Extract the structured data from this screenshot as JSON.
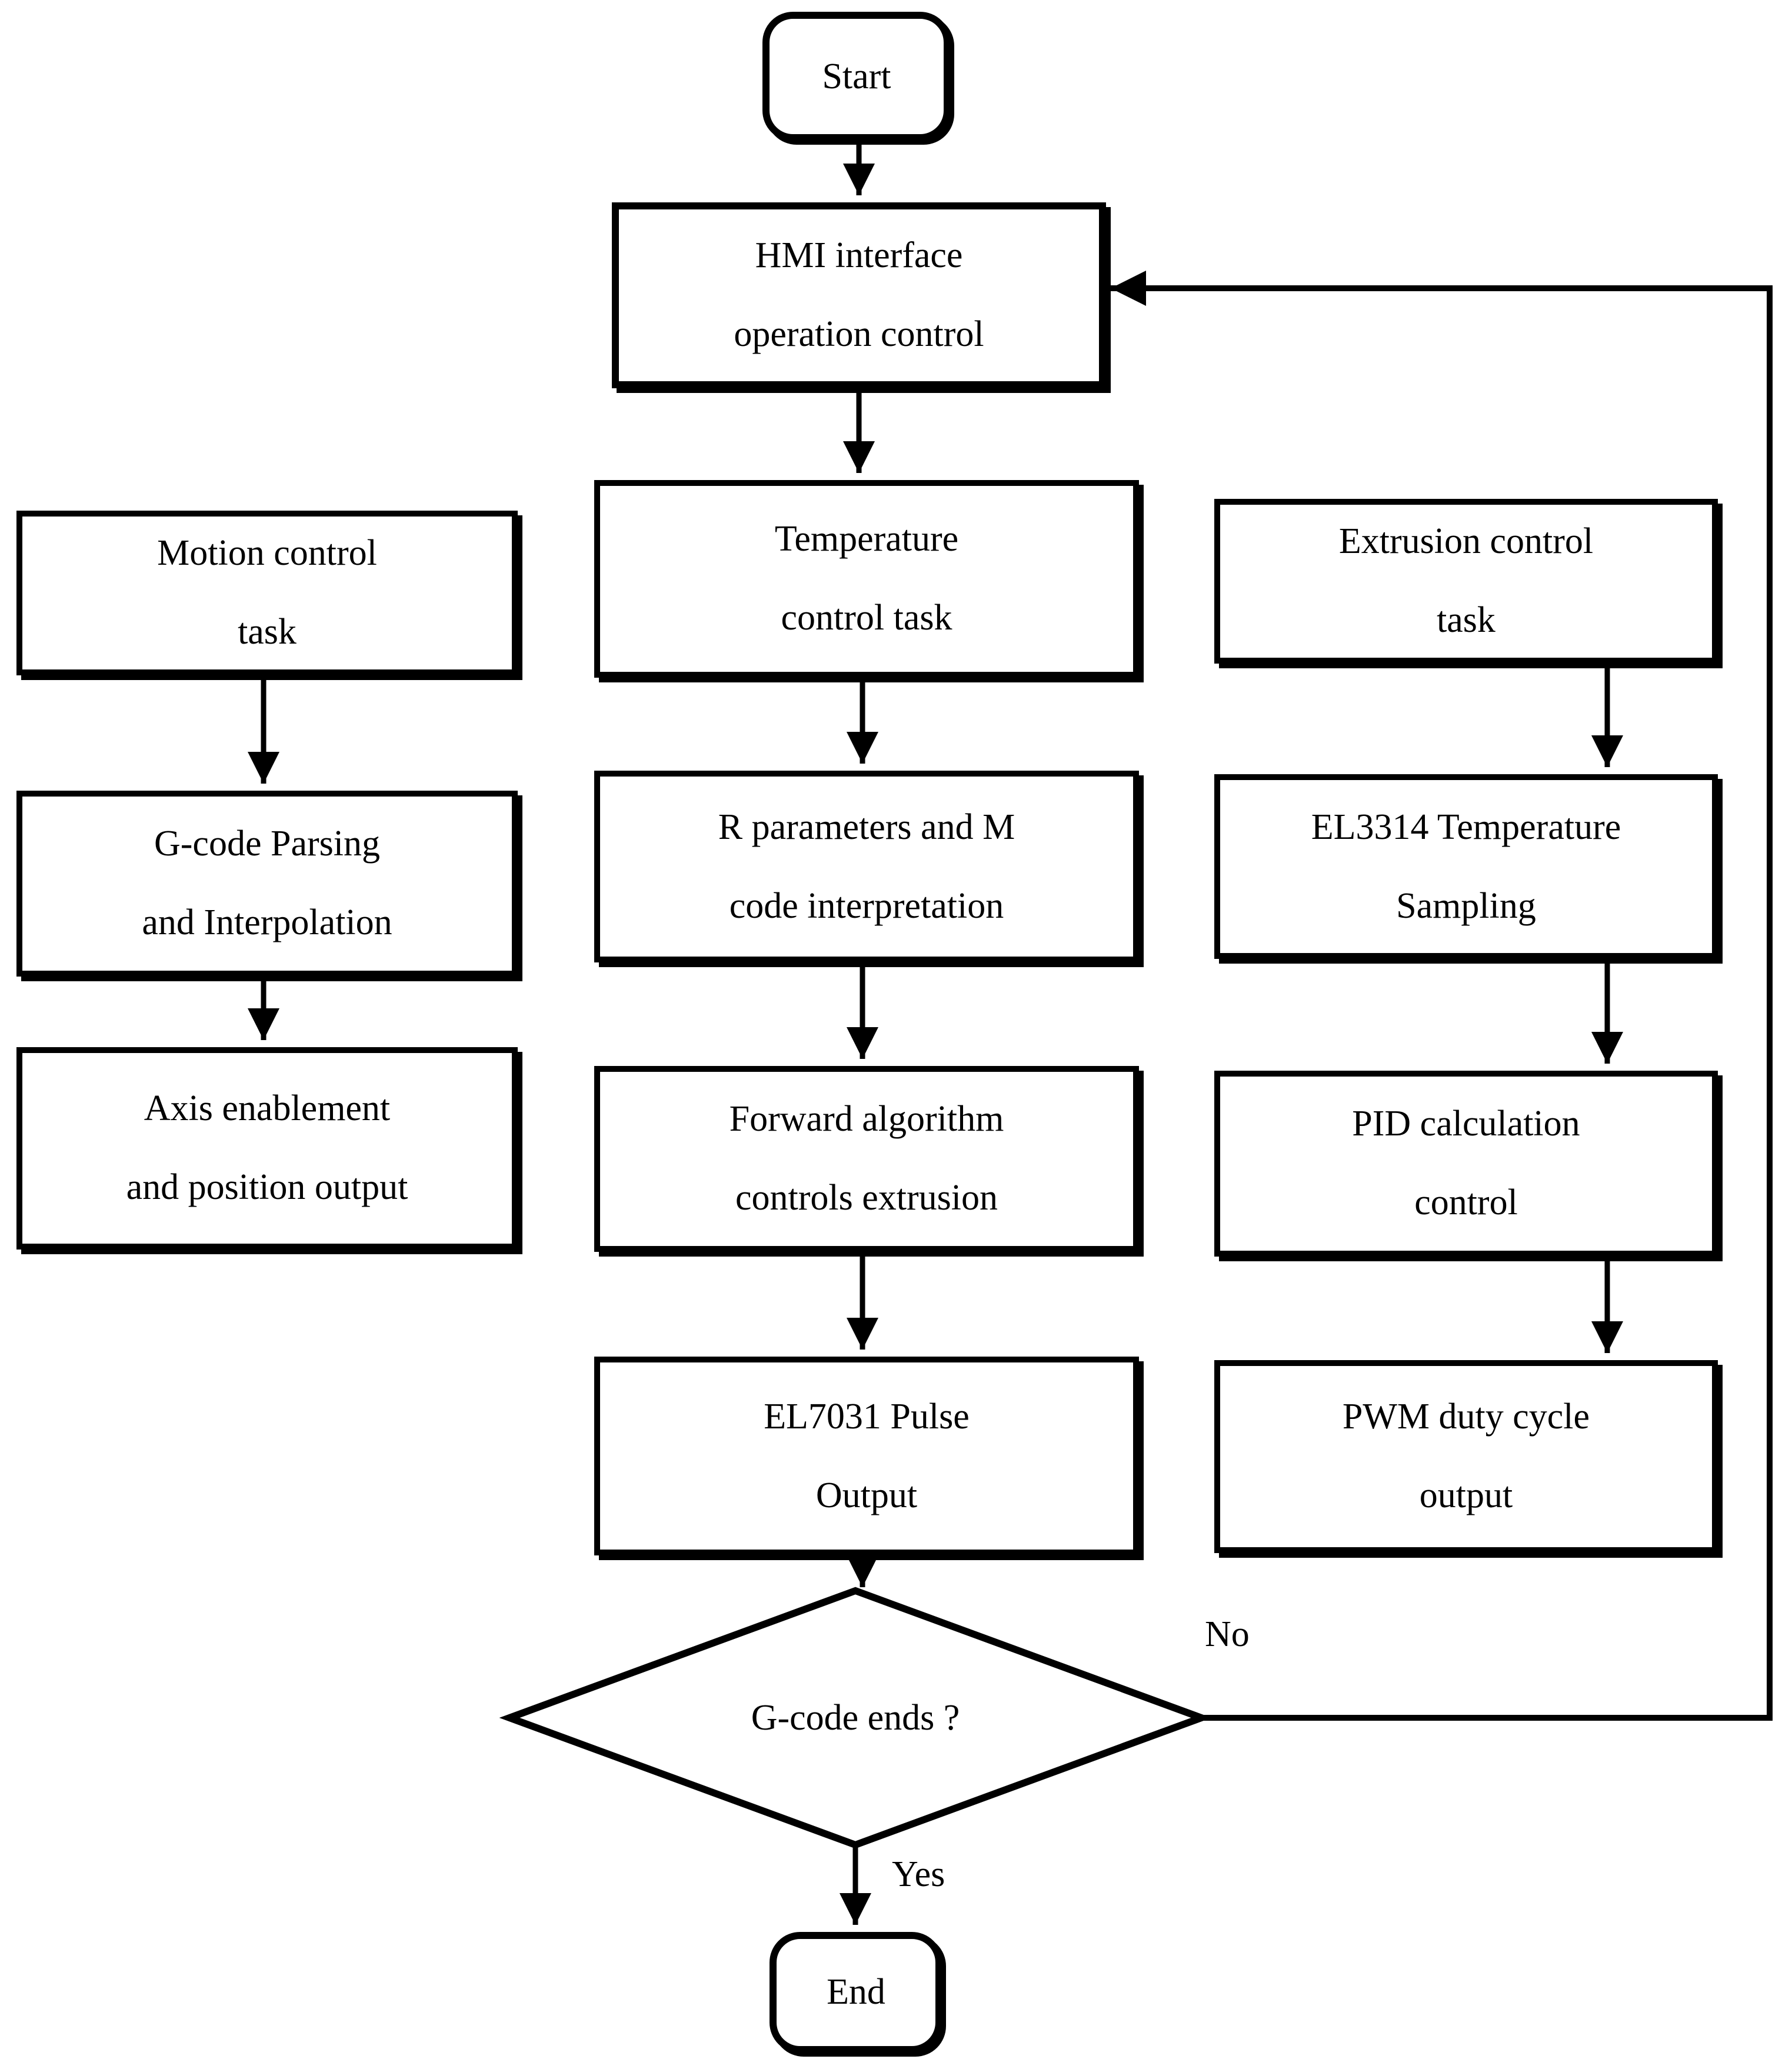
{
  "nodes": {
    "start": {
      "text": "Start"
    },
    "hmi": {
      "line1": "HMI interface",
      "line2": "operation control"
    },
    "motion": {
      "line1": "Motion control",
      "line2": "task"
    },
    "temp": {
      "line1": "Temperature",
      "line2": "control task"
    },
    "extrusion": {
      "line1": "Extrusion control",
      "line2": "task"
    },
    "gcode_parse": {
      "line1": "G-code Parsing",
      "line2": "and Interpolation"
    },
    "rparams": {
      "line1": "R parameters and M",
      "line2": "code interpretation"
    },
    "el3314": {
      "line1": "EL3314 Temperature",
      "line2": "Sampling"
    },
    "axis": {
      "line1": "Axis enablement",
      "line2": "and position output"
    },
    "forward": {
      "line1": "Forward algorithm",
      "line2": "controls extrusion"
    },
    "pid": {
      "line1": "PID calculation",
      "line2": "control"
    },
    "el7031": {
      "line1": "EL7031 Pulse",
      "line2": "Output"
    },
    "pwm": {
      "line1": "PWM duty cycle",
      "line2": "output"
    },
    "decision": {
      "text": "G-code ends ?"
    },
    "end": {
      "text": "End"
    }
  },
  "edge_labels": {
    "yes": "Yes",
    "no": "No"
  },
  "colors": {
    "stroke": "#000000",
    "background": "#ffffff"
  }
}
